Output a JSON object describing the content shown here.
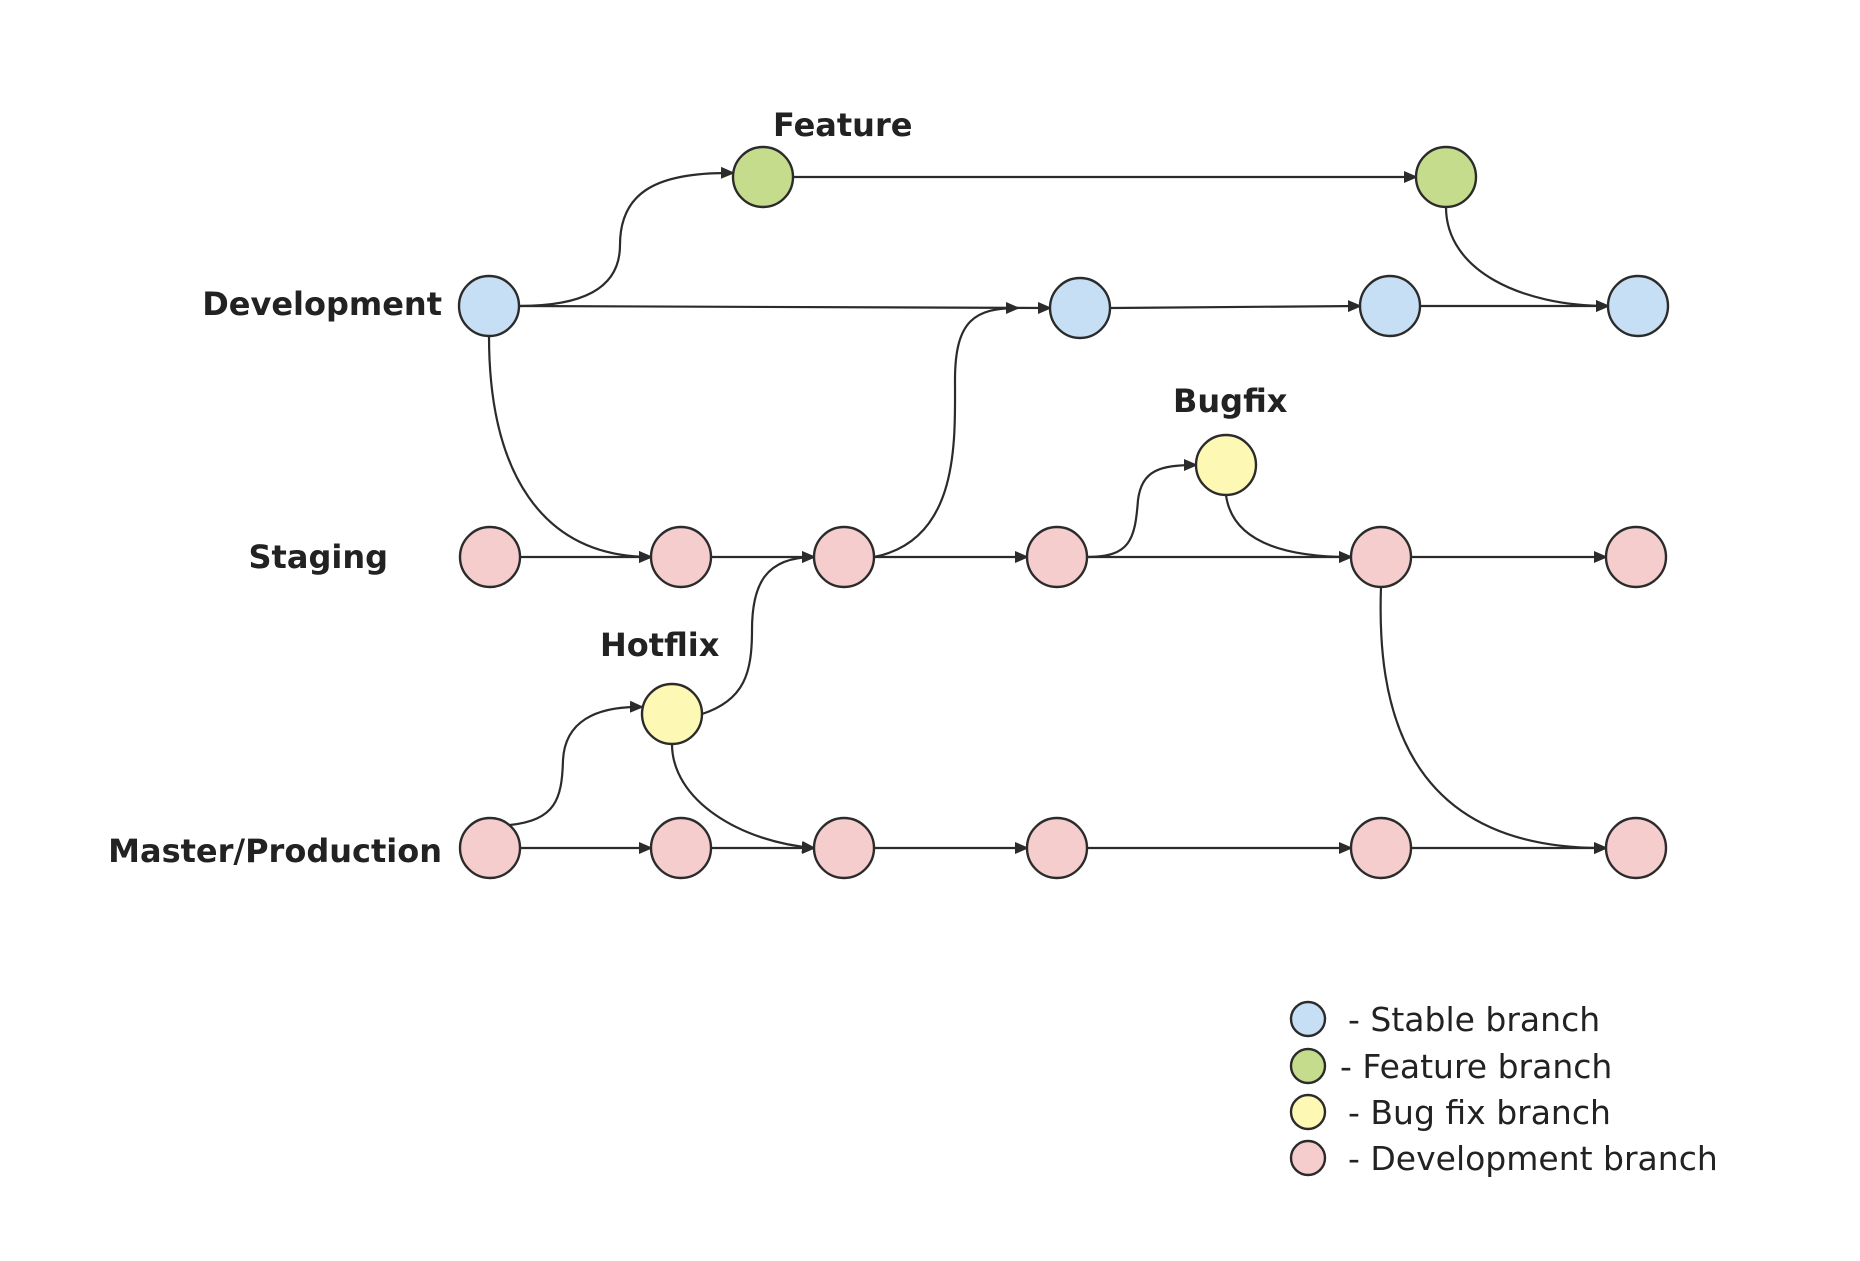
{
  "branch_labels": {
    "development": "Development",
    "staging": "Staging",
    "master": "Master/Production"
  },
  "branch_annotations": {
    "feature": "Feature",
    "bugfix": "Bugfix",
    "hotfix": "Hotflix"
  },
  "legend": [
    {
      "key": "stable",
      "text": "- Stable branch"
    },
    {
      "key": "feature",
      "text": "- Feature branch"
    },
    {
      "key": "bugfix",
      "text": "- Bug fix branch"
    },
    {
      "key": "development",
      "text": "- Development branch"
    }
  ],
  "colors": {
    "stable": "#c7dff5",
    "feature": "#c6dc8d",
    "bugfix": "#fdf8b4",
    "development": "#f6cdcd",
    "stroke": "#2b2b2b"
  },
  "nodes": [
    {
      "id": "d0",
      "type": "stable"
    },
    {
      "id": "d1",
      "type": "stable"
    },
    {
      "id": "d2",
      "type": "stable"
    },
    {
      "id": "d3",
      "type": "stable"
    },
    {
      "id": "f0",
      "type": "feature"
    },
    {
      "id": "f1",
      "type": "feature"
    },
    {
      "id": "b0",
      "type": "bugfix"
    },
    {
      "id": "h0",
      "type": "bugfix"
    },
    {
      "id": "s0",
      "type": "development"
    },
    {
      "id": "s1",
      "type": "development"
    },
    {
      "id": "s2",
      "type": "development"
    },
    {
      "id": "s3",
      "type": "development"
    },
    {
      "id": "s4",
      "type": "development"
    },
    {
      "id": "s5",
      "type": "development"
    },
    {
      "id": "m0",
      "type": "development"
    },
    {
      "id": "m1",
      "type": "development"
    },
    {
      "id": "m2",
      "type": "development"
    },
    {
      "id": "m3",
      "type": "development"
    },
    {
      "id": "m4",
      "type": "development"
    },
    {
      "id": "m5",
      "type": "development"
    }
  ],
  "edges": [
    {
      "from": "d0",
      "to": "f0"
    },
    {
      "from": "f0",
      "to": "f1"
    },
    {
      "from": "f1",
      "to": "d3"
    },
    {
      "from": "d0",
      "to": "d1"
    },
    {
      "from": "d1",
      "to": "d2"
    },
    {
      "from": "d2",
      "to": "d3"
    },
    {
      "from": "d0",
      "to": "s1"
    },
    {
      "from": "s2",
      "to": "d1"
    },
    {
      "from": "s0",
      "to": "s1"
    },
    {
      "from": "s1",
      "to": "s2"
    },
    {
      "from": "s2",
      "to": "s3"
    },
    {
      "from": "s3",
      "to": "s4"
    },
    {
      "from": "s4",
      "to": "s5"
    },
    {
      "from": "s3",
      "to": "b0"
    },
    {
      "from": "b0",
      "to": "s4"
    },
    {
      "from": "m0",
      "to": "h0"
    },
    {
      "from": "h0",
      "to": "s2"
    },
    {
      "from": "h0",
      "to": "m2"
    },
    {
      "from": "m0",
      "to": "m1"
    },
    {
      "from": "m1",
      "to": "m2"
    },
    {
      "from": "m2",
      "to": "m3"
    },
    {
      "from": "m3",
      "to": "m4"
    },
    {
      "from": "m4",
      "to": "m5"
    },
    {
      "from": "s4",
      "to": "m5"
    }
  ]
}
